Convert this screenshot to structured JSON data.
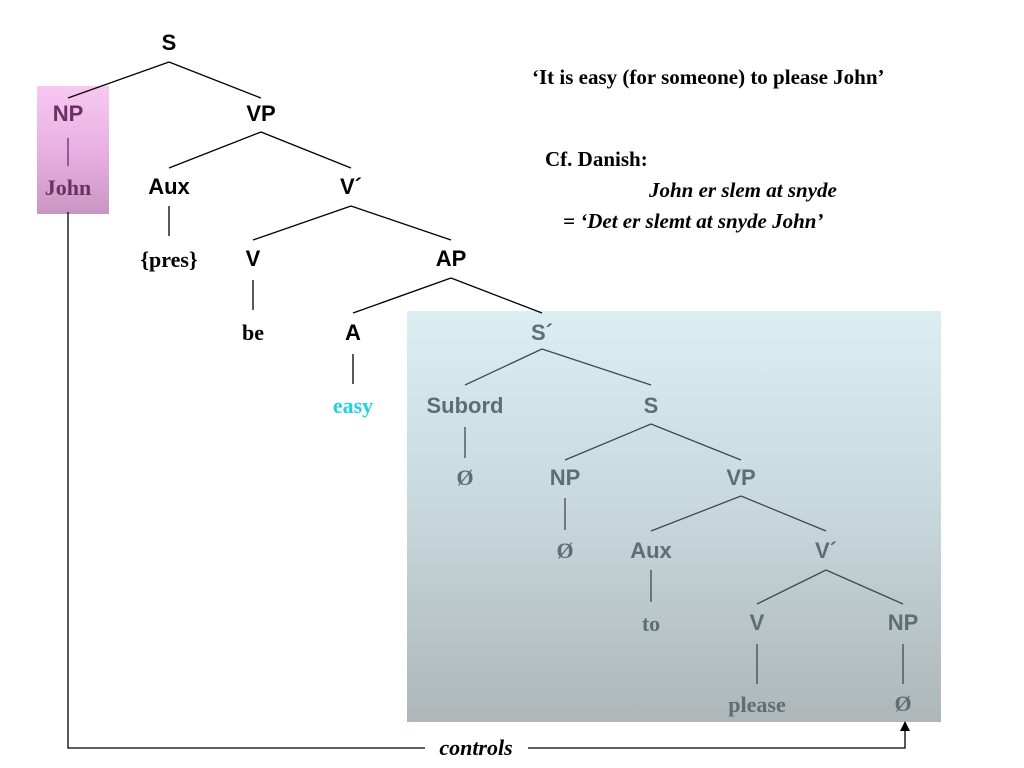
{
  "tree": {
    "s_root": "S",
    "np_subject": "NP",
    "john": "John",
    "vp": "VP",
    "aux": "Aux",
    "pres": "{pres}",
    "vbar": "V´",
    "v": "V",
    "be": "be",
    "ap": "AP",
    "a": "A",
    "easy": "easy",
    "sbar": "S´",
    "subord": "Subord",
    "subord_null": "Ø",
    "s_embedded": "S",
    "np_embedded": "NP",
    "np_embedded_null": "Ø",
    "vp_embedded": "VP",
    "aux_embedded": "Aux",
    "to": "to",
    "vbar_embedded": "V´",
    "v_embedded": "V",
    "please": "please",
    "np_object": "NP",
    "np_object_null": "Ø"
  },
  "notes": {
    "gloss": "‘It is easy (for someone) to please John’",
    "cf_label": "Cf. Danish:",
    "danish_example": "John er slem at snyde",
    "danish_equivalent": "= ‘Det er slemt at snyde John’"
  },
  "control_label": "controls",
  "colors": {
    "np_highlight": "#f7c8f2",
    "clause_highlight": "#dbeef2",
    "easy_text": "#19d4e4",
    "dim_text": "#5e6e72",
    "np_text": "#6b2f63"
  }
}
